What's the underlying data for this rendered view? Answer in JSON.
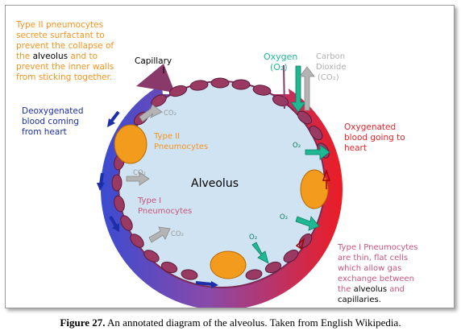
{
  "colors": {
    "orange_text": "#f7931e",
    "blue_text": "#1c2ea8",
    "red_text": "#e8242a",
    "pink_text": "#c8557c",
    "teal_arrow": "#1fb894",
    "grey_arrow": "#b4b4b4",
    "alveolus_fill": "#cfe3f2",
    "cell_fill": "#9a3a63",
    "type2_fill": "#f29b1d"
  },
  "labels": {
    "type2_note_1": "Type II pneumocytes",
    "type2_note_2": "secrete surfactant to",
    "type2_note_3": "prevent the collapse of",
    "type2_note_4a": "the",
    "type2_note_4b": "alveolus",
    "type2_note_4c": "and to",
    "type2_note_5": "prevent the inner walls",
    "type2_note_6": "from sticking together.",
    "capillary": "Capillary",
    "oxygen": "Oxygen",
    "oxygen_formula": "(O₂)",
    "carbon_1": "Carbon",
    "carbon_2": "Dioxide",
    "carbon_formula": "(CO₂)",
    "deoxy_1": "Deoxygenated",
    "deoxy_2": "blood coming",
    "deoxy_3": "from heart",
    "oxy_1": "Oxygenated",
    "oxy_2": "blood going to",
    "oxy_3": "heart",
    "type2_cell_1": "Type II",
    "type2_cell_2": "Pneumocytes",
    "alveolus": "Alveolus",
    "type1_cell_1": "Type I",
    "type1_cell_2": "Pneumocytes",
    "co2": "CO₂",
    "o2": "O₂",
    "type1_note_1": "Type I Pneumocytes",
    "type1_note_2": "are thin, flat cells",
    "type1_note_3": "which allow gas",
    "type1_note_4": "exchange between",
    "type1_note_5a": "the",
    "type1_note_5b": "alveolus",
    "type1_note_5c": "and",
    "type1_note_6": "capillaries."
  },
  "caption": {
    "figure": "Figure 27.",
    "text": " An annotated diagram of the alveolus. Taken from English Wikipedia."
  }
}
